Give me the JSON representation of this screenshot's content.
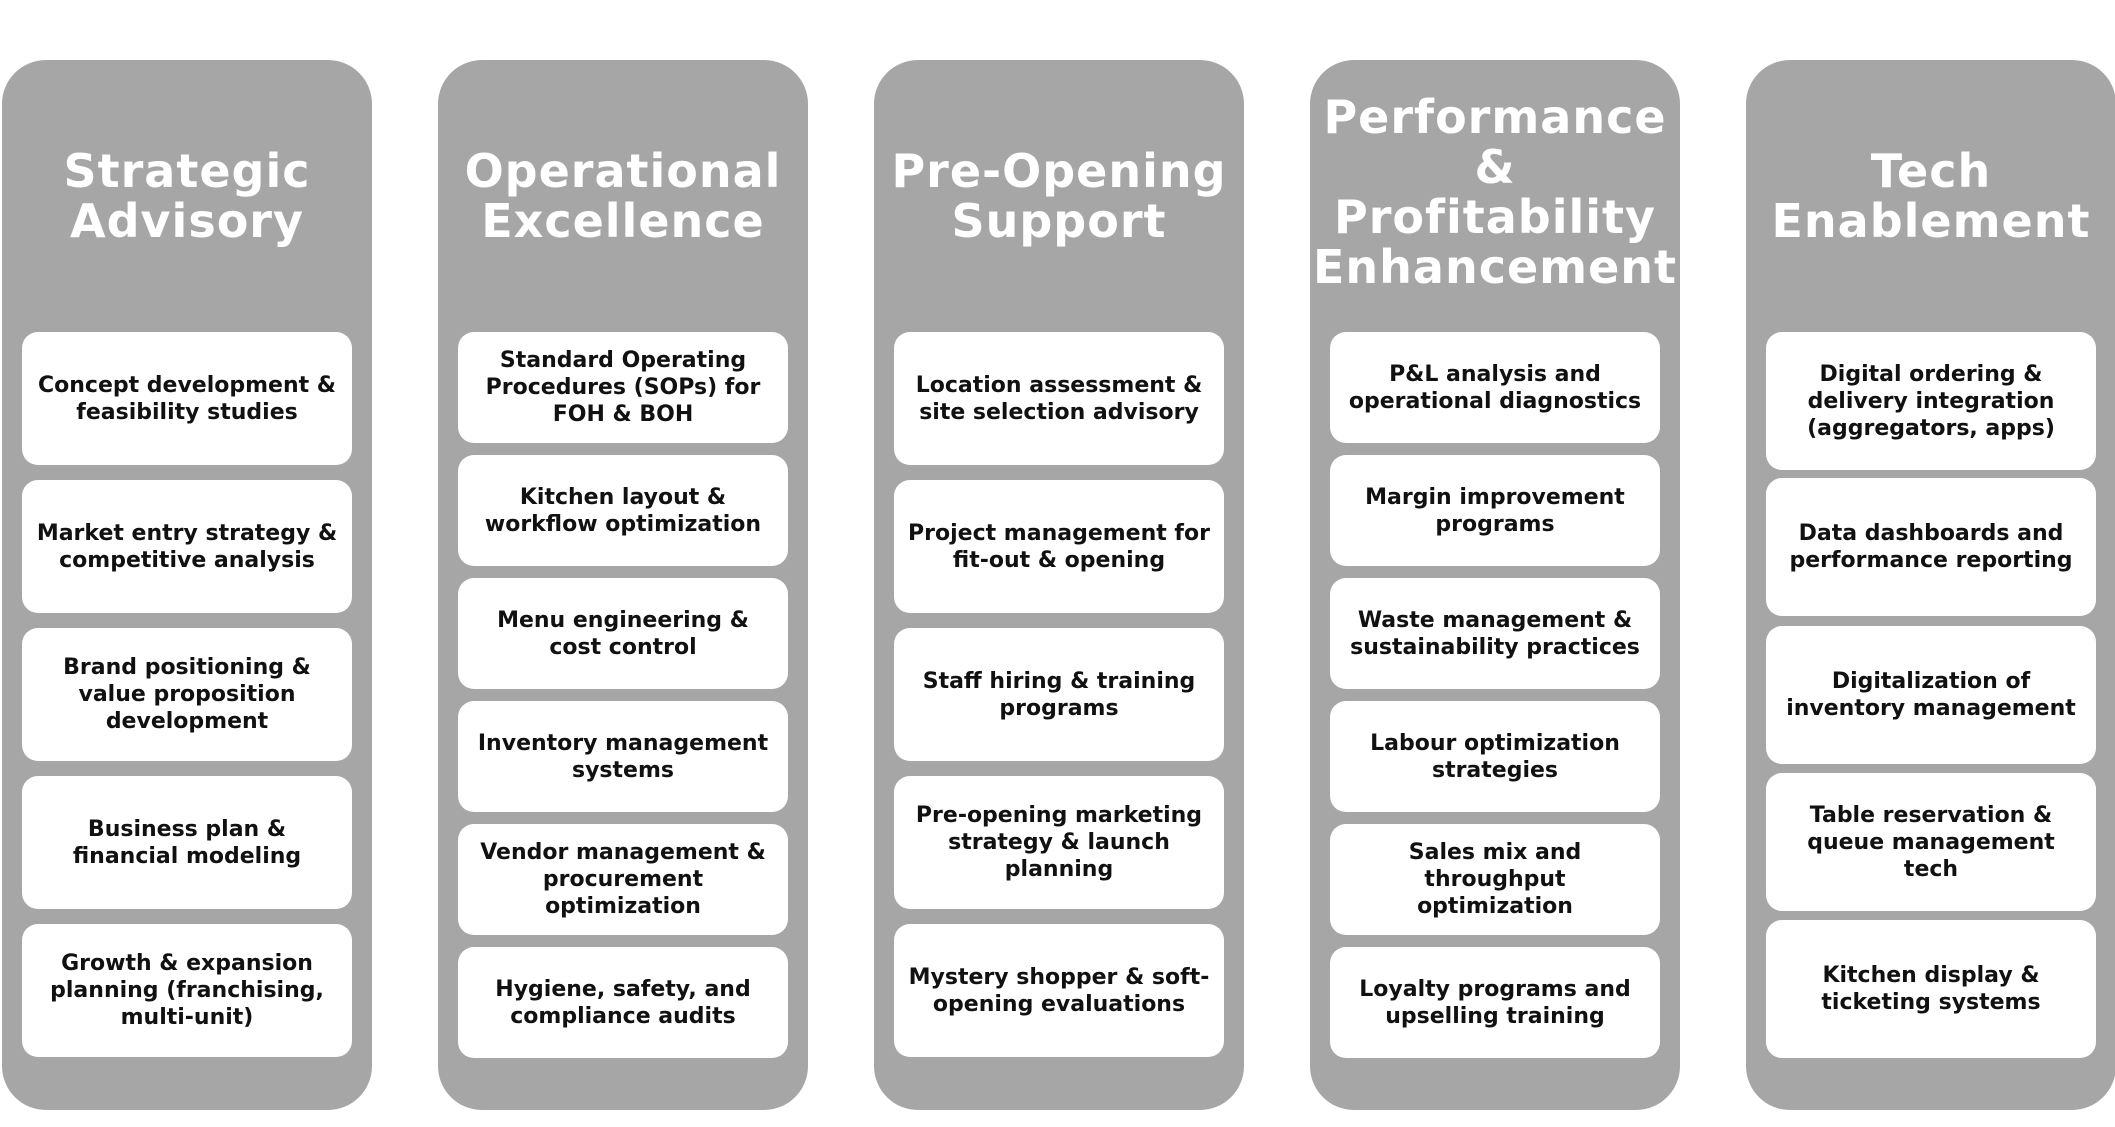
{
  "columns": [
    {
      "title": "Strategic Advisory",
      "items": [
        "Concept development & feasibility studies",
        "Market entry strategy & competitive analysis",
        "Brand positioning & value proposition development",
        "Business plan & financial modeling",
        "Growth & expansion planning (franchising, multi-unit)"
      ]
    },
    {
      "title": "Operational Excellence",
      "items": [
        "Standard Operating Procedures (SOPs) for FOH & BOH",
        "Kitchen layout & workflow optimization",
        "Menu engineering & cost control",
        "Inventory management systems",
        "Vendor management & procurement optimization",
        "Hygiene, safety, and compliance audits"
      ]
    },
    {
      "title": "Pre-Opening Support",
      "items": [
        "Location assessment & site selection advisory",
        "Project management for fit-out & opening",
        "Staff hiring & training programs",
        "Pre-opening marketing strategy & launch planning",
        "Mystery shopper & soft-opening evaluations"
      ]
    },
    {
      "title": "Performance & Profitability Enhancement",
      "items": [
        "P&L analysis and operational diagnostics",
        "Margin improvement programs",
        "Waste management & sustainability practices",
        "Labour optimization strategies",
        "Sales mix and throughput optimization",
        "Loyalty programs and upselling training"
      ]
    },
    {
      "title": "Tech Enablement",
      "items": [
        "Digital ordering & delivery integration (aggregators, apps)",
        "Data dashboards and performance reporting",
        "Digitalization of inventory management",
        "Table reservation & queue management tech",
        "Kitchen display & ticketing systems"
      ]
    }
  ]
}
